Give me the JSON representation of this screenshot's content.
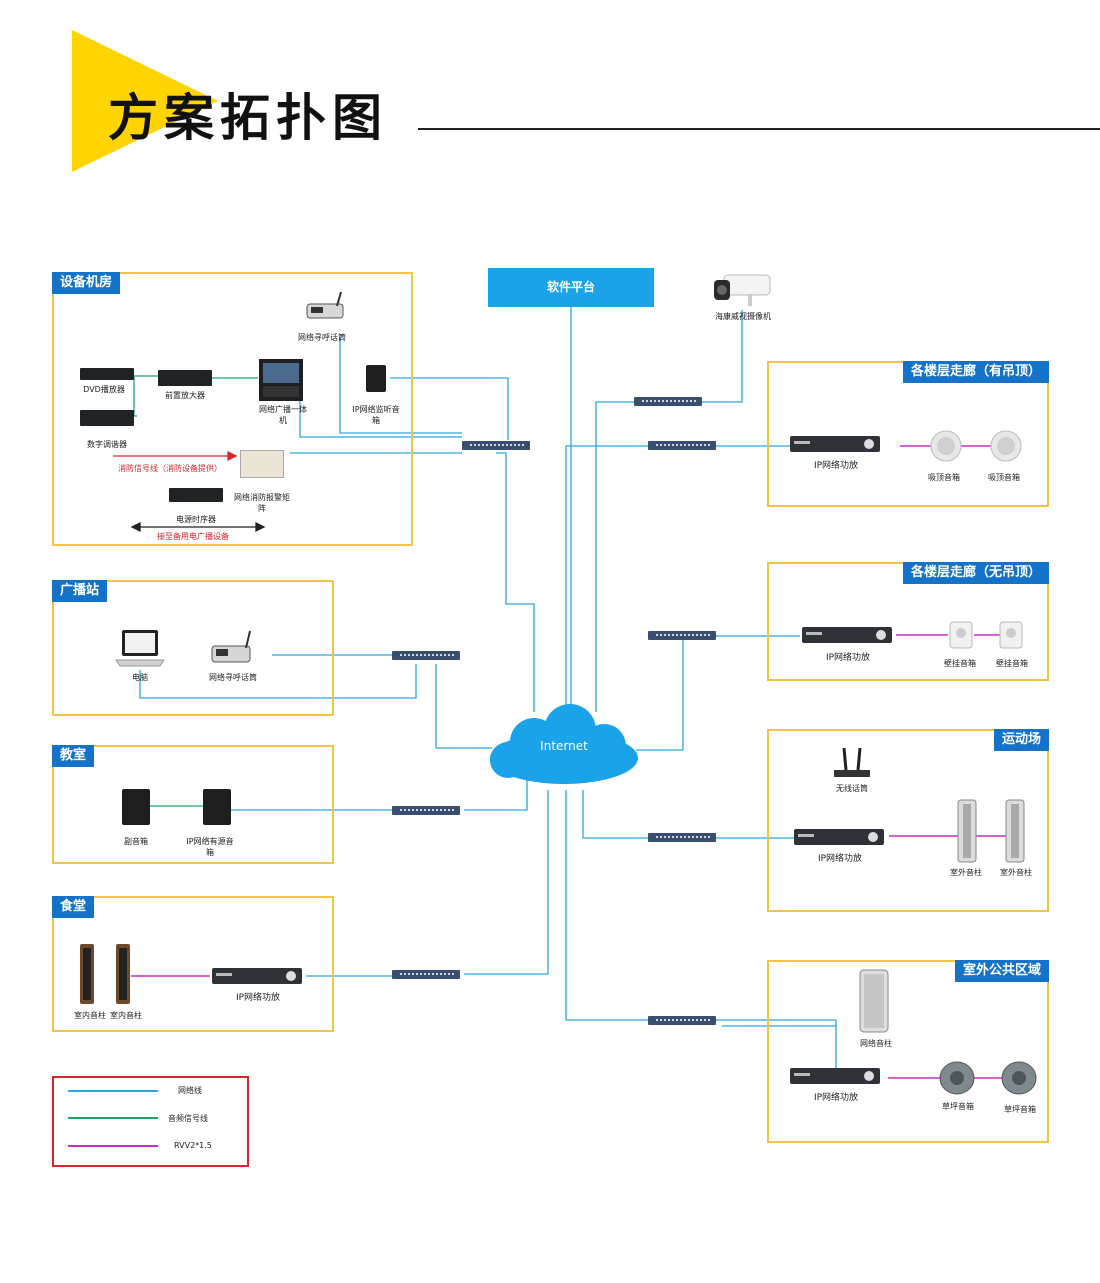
{
  "header": {
    "title": "方案拓扑图",
    "accent_color": "#ffd400"
  },
  "platform": {
    "label": "软件平台",
    "color": "#1aa3e8"
  },
  "internet": {
    "label": "Internet",
    "color": "#1aa3e8"
  },
  "camera": {
    "label": "海康威视摄像机",
    "icon": "camera-icon"
  },
  "areas": {
    "equipment_room": {
      "tag": "设备机房",
      "devices": {
        "paging_mic": "网络寻呼话筒",
        "dvd": "DVD播放器",
        "preamp": "前置放大器",
        "broadcast_host": "网络广播一体机",
        "monitor_speaker": "IP网络监听音箱",
        "tuner": "数字调谐器",
        "fire_signal": "消防信号线（消防设备提供）",
        "fire_matrix": "网络消防报警矩阵",
        "power_sequencer": "电源时序器",
        "backup_link": "接至备用电广播设备"
      }
    },
    "broadcast_station": {
      "tag": "广播站",
      "devices": {
        "computer": "电脑",
        "paging_mic": "网络寻呼话筒"
      }
    },
    "classroom": {
      "tag": "教室",
      "devices": {
        "sub_speaker": "副音箱",
        "ip_speaker": "IP网络有源音箱"
      }
    },
    "canteen": {
      "tag": "食堂",
      "devices": {
        "column_1": "室内音柱",
        "column_2": "室内音柱",
        "amp": "IP网络功放"
      }
    },
    "corridor_ceiling": {
      "tag": "各楼层走廊（有吊顶）",
      "devices": {
        "amp": "IP网络功放",
        "speaker_1": "吸顶音箱",
        "speaker_2": "吸顶音箱"
      }
    },
    "corridor_no_ceiling": {
      "tag": "各楼层走廊（无吊顶）",
      "devices": {
        "amp": "IP网络功放",
        "speaker_1": "壁挂音箱",
        "speaker_2": "壁挂音箱"
      }
    },
    "sports_field": {
      "tag": "运动场",
      "devices": {
        "wireless_mic": "无线话筒",
        "amp": "IP网络功放",
        "column_1": "室外音柱",
        "column_2": "室外音柱"
      }
    },
    "outdoor_public": {
      "tag": "室外公共区域",
      "devices": {
        "net_column": "网络音柱",
        "amp": "IP网络功放",
        "lawn_1": "草坪音箱",
        "lawn_2": "草坪音箱"
      }
    }
  },
  "legend": {
    "items": [
      {
        "label": "网络线",
        "color": "#2aa7df"
      },
      {
        "label": "音频信号线",
        "color": "#1fa36a"
      },
      {
        "label": "RVV2*1.5",
        "color": "#cc2fbf"
      }
    ]
  }
}
